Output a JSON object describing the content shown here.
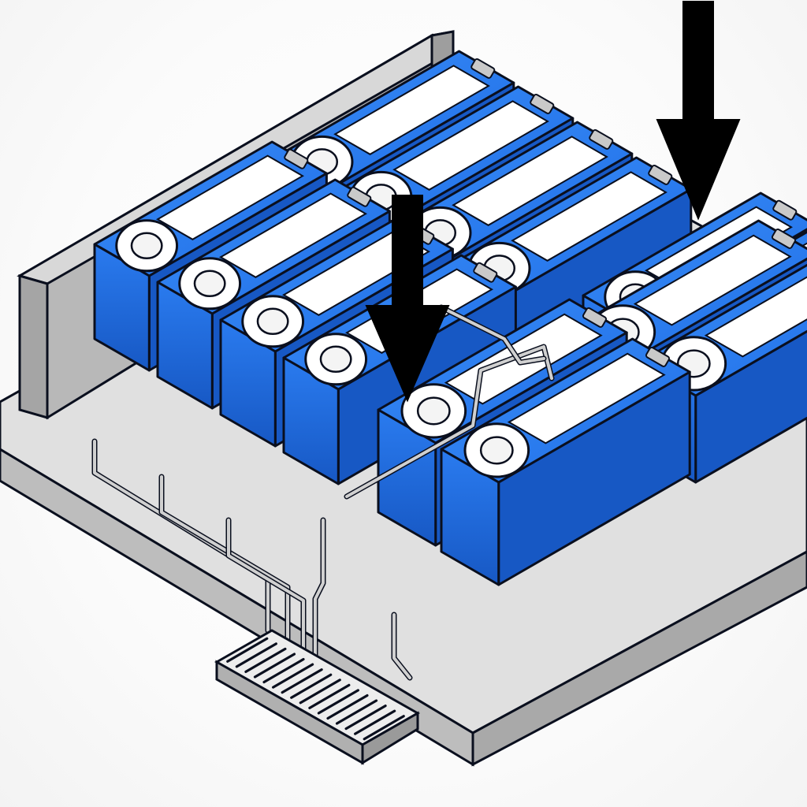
{
  "diagram": {
    "kind": "isometric battery module illustration",
    "text_labels": [],
    "colors": {
      "cell_top": "#1E6FE8",
      "cell_side": "#1758C4",
      "cell_end": "#2F80F0",
      "outline": "#0A0F1E",
      "label": "#FFFFFF",
      "terminal_ring": "#FFFFFF",
      "busbar": "#C9C9C9",
      "tray_top": "#E0E0E0",
      "tray_front": "#BDBDBD",
      "wall_front": "#B8B8B8",
      "wall_top": "#D8D8D8",
      "wire": "#8A8A8A",
      "connector": "#9A9A9A",
      "arrow": "#000000"
    },
    "components": {
      "cell_count": 13,
      "arrow_count": 2,
      "connector_pins": 16
    }
  }
}
